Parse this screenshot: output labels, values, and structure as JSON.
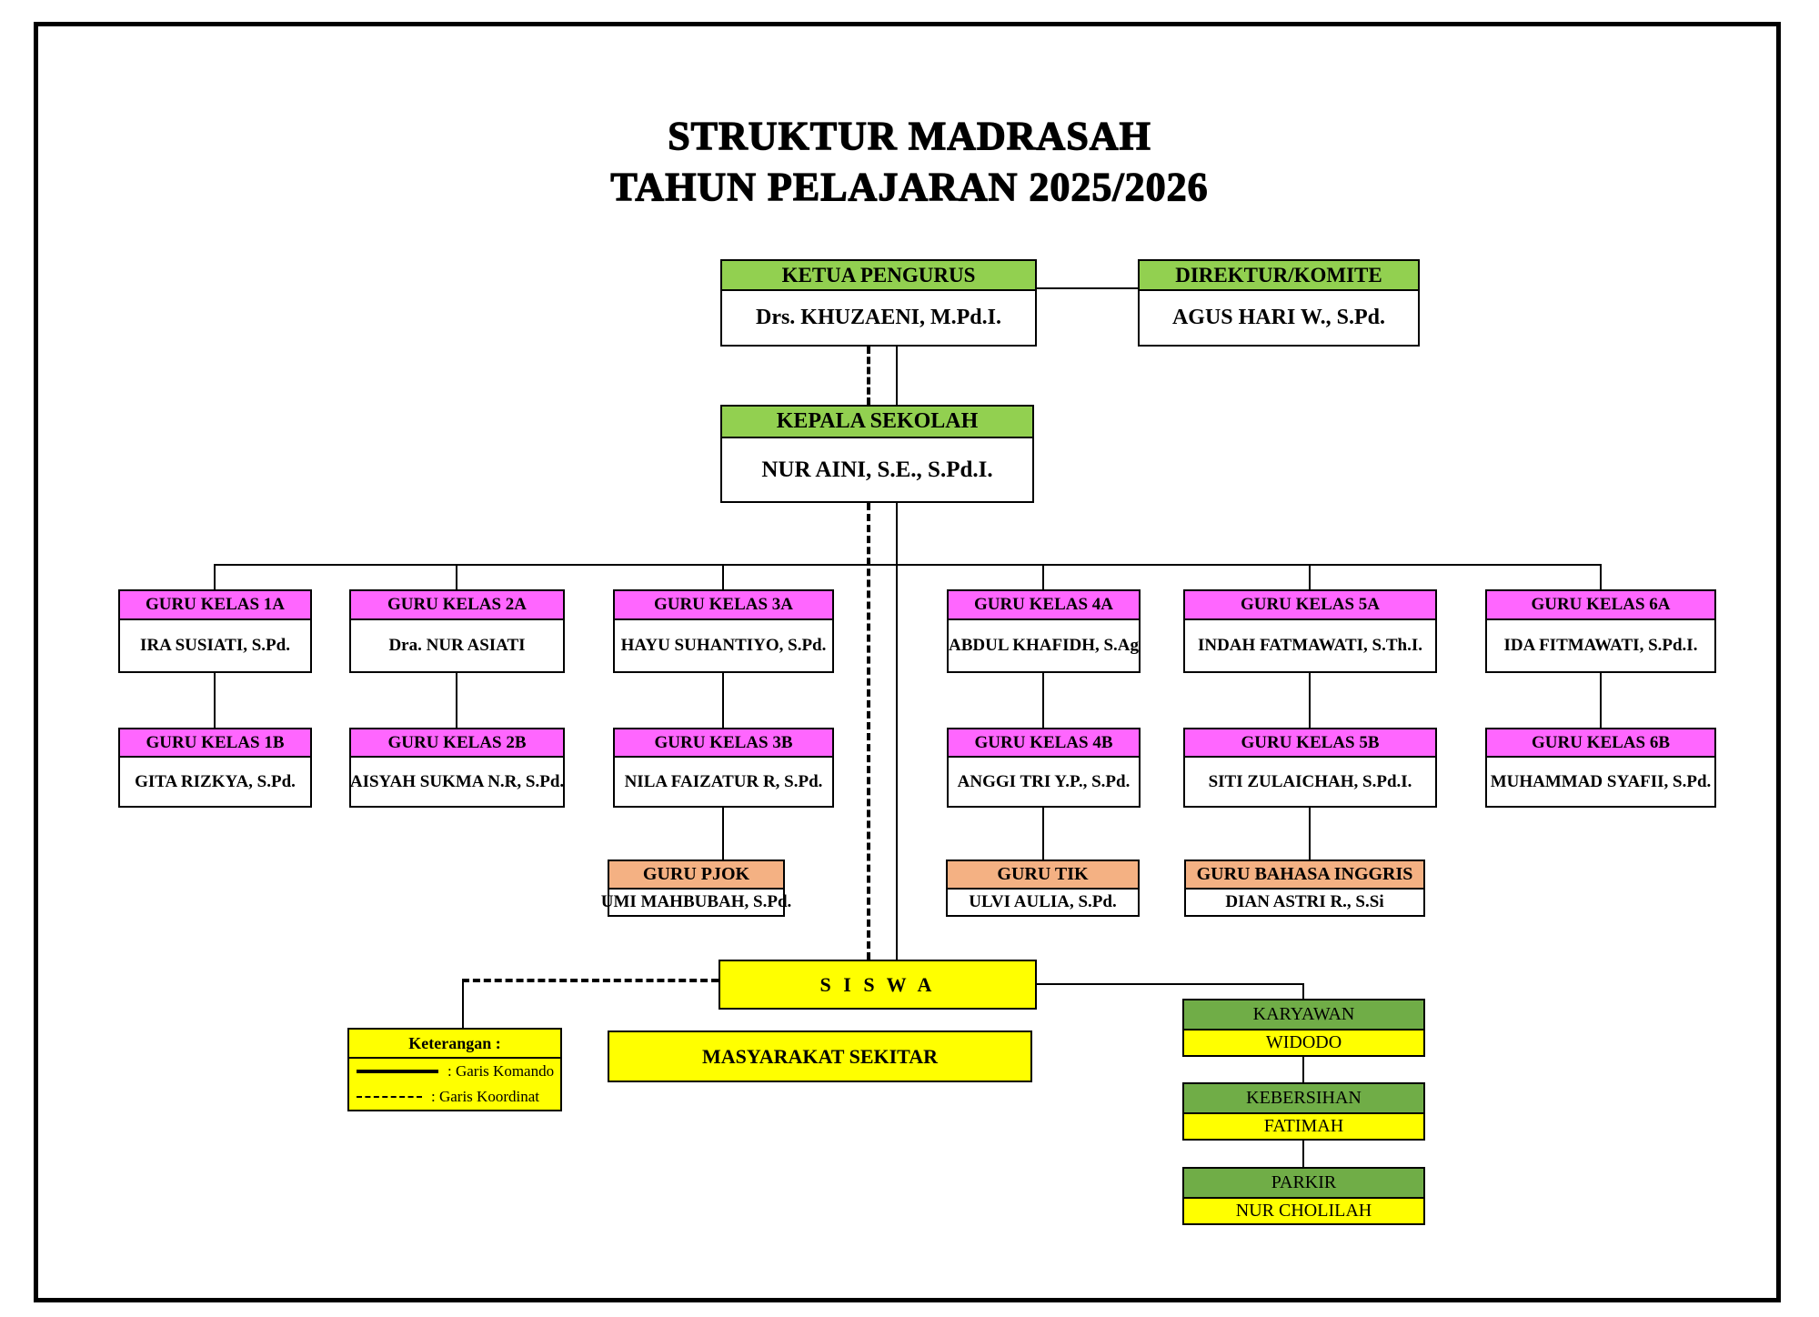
{
  "title": {
    "line1": "STRUKTUR MADRASAH",
    "line2": "TAHUN PELAJARAN 2025/2026"
  },
  "colors": {
    "header_green": "#92D050",
    "header_pink": "#FF66FF",
    "header_orange": "#F4B183",
    "yellow": "#FFFF00",
    "staff_green": "#70AD47",
    "line_black": "#000000"
  },
  "top": {
    "ketua": {
      "title": "KETUA PENGURUS",
      "name": "Drs. KHUZAENI, M.Pd.I."
    },
    "direktur": {
      "title": "DIREKTUR/KOMITE",
      "name": "AGUS HARI W., S.Pd."
    },
    "kepala": {
      "title": "KEPALA SEKOLAH",
      "name": "NUR AINI, S.E., S.Pd.I."
    }
  },
  "guru_a": [
    {
      "title": "GURU KELAS 1A",
      "name": "IRA SUSIATI, S.Pd."
    },
    {
      "title": "GURU KELAS 2A",
      "name": "Dra. NUR ASIATI"
    },
    {
      "title": "GURU KELAS 3A",
      "name": "HAYU SUHANTIYO, S.Pd."
    },
    {
      "title": "GURU KELAS 4A",
      "name": "ABDUL KHAFIDH, S.Ag"
    },
    {
      "title": "GURU KELAS 5A",
      "name": "INDAH FATMAWATI, S.Th.I."
    },
    {
      "title": "GURU KELAS 6A",
      "name": "IDA FITMAWATI, S.Pd.I."
    }
  ],
  "guru_b": [
    {
      "title": "GURU KELAS 1B",
      "name": "GITA RIZKYA, S.Pd."
    },
    {
      "title": "GURU KELAS 2B",
      "name": "AISYAH SUKMA N.R, S.Pd."
    },
    {
      "title": "GURU KELAS 3B",
      "name": "NILA FAIZATUR R, S.Pd."
    },
    {
      "title": "GURU KELAS 4B",
      "name": "ANGGI TRI Y.P., S.Pd."
    },
    {
      "title": "GURU KELAS 5B",
      "name": "SITI ZULAICHAH, S.Pd.I."
    },
    {
      "title": "GURU KELAS 6B",
      "name": "MUHAMMAD SYAFII, S.Pd."
    }
  ],
  "guru_khusus": [
    {
      "title": "GURU PJOK",
      "name": "UMI MAHBUBAH, S.Pd."
    },
    {
      "title": "GURU TIK",
      "name": "ULVI AULIA, S.Pd."
    },
    {
      "title": "GURU BAHASA INGGRIS",
      "name": "DIAN ASTRI R., S.Si"
    }
  ],
  "siswa": {
    "label": "S I S W A"
  },
  "masyarakat": {
    "label": "MASYARAKAT SEKITAR"
  },
  "staff": [
    {
      "title": "KARYAWAN",
      "name": "WIDODO"
    },
    {
      "title": "KEBERSIHAN",
      "name": "FATIMAH"
    },
    {
      "title": "PARKIR",
      "name": "NUR CHOLILAH"
    }
  ],
  "legend": {
    "title": "Keterangan :",
    "items": [
      {
        "sample": "solid",
        "label": ": Garis Komando"
      },
      {
        "sample": "dashed",
        "label": ": Garis Koordinat"
      }
    ]
  }
}
